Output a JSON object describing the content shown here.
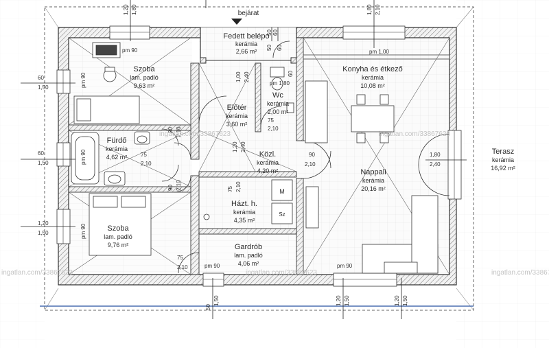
{
  "entrance_label": "bejárat",
  "rooms": {
    "fedett": {
      "name": "Fedett belépo",
      "material": "kerámia",
      "area": "2,66 m²"
    },
    "szoba1": {
      "name": "Szoba",
      "material": "lam. padló",
      "area": "9,63 m²"
    },
    "eloter": {
      "name": "Előtér",
      "material": "kerámia",
      "area": "3,60 m²"
    },
    "wc": {
      "name": "Wc",
      "material": "kerámia",
      "area": "2,00 m²"
    },
    "konyha": {
      "name": "Konyha és étkező",
      "material": "kerámia",
      "area": "10,08 m²"
    },
    "furdo": {
      "name": "Fürdő",
      "material": "kerámia",
      "area": "4,62 m²"
    },
    "kozl": {
      "name": "Közl.",
      "material": "kerámia",
      "area": "4,20 m²"
    },
    "nappali": {
      "name": "Nappali",
      "material": "kerámia",
      "area": "20,16 m²"
    },
    "terasz": {
      "name": "Terasz",
      "material": "kerámia",
      "area": "16,92 m²"
    },
    "hazt": {
      "name": "Házt. h.",
      "material": "kerámia",
      "area": "4,35 m²"
    },
    "szoba2": {
      "name": "Szoba",
      "material": "lam. padló",
      "area": "9,76 m²"
    },
    "gardrob": {
      "name": "Gardrób",
      "material": "lam. padló",
      "area": "4,06 m²"
    }
  },
  "dims": {
    "top_1_20": "1,20",
    "top_1_80": "1,80",
    "top_2_10": "2,10",
    "fed_50a": "50",
    "fed_60": "60",
    "fed_50b": "50",
    "fed_60b": "60",
    "pm90_1": "pm 90",
    "pm100": "pm 1,00",
    "win_60": "60",
    "win_150": "1,50",
    "pm90_2": "pm 90",
    "wc_100": "1,00",
    "wc_240": "2,40",
    "wc_pm180": "pm 1,80",
    "wc_60": "60",
    "wc_75": "75",
    "wc_210": "2,10",
    "el_90": "90",
    "el_210": "2,10",
    "f_75": "75",
    "f_210": "2,10",
    "f_60": "60",
    "f_150": "1,50",
    "pm90_3": "pm 90",
    "kz_120": "1,20",
    "kz_240": "2,40",
    "kz_90": "90",
    "kz_210": "2,10",
    "kz2_90": "90",
    "kz2_210": "2,10",
    "t_180": "1,80",
    "t_240": "2,40",
    "h_75": "75",
    "h_210": "2,10",
    "s2_90": "90",
    "s2_210": "2,10",
    "s2_120": "1,20",
    "s2_150": "1,50",
    "pm90_4": "pm 90",
    "g_75": "75",
    "g_210": "2,10",
    "pm90_5": "pm 90",
    "pm90_6": "pm 90",
    "b_50": "50",
    "b_150": "1,50",
    "b_120": "1,20",
    "b_150b": "1,50",
    "b_120b": "1,20",
    "b_150c": "1,50"
  },
  "appliances": {
    "m": "M",
    "sz": "Sz"
  },
  "watermarks": [
    "ingatlan.com/33867623",
    "ingatlan.com/33867623",
    "ingatlan.com/33867623",
    "ingatlan.com/33867623",
    "ingatlan.com/33867623"
  ]
}
